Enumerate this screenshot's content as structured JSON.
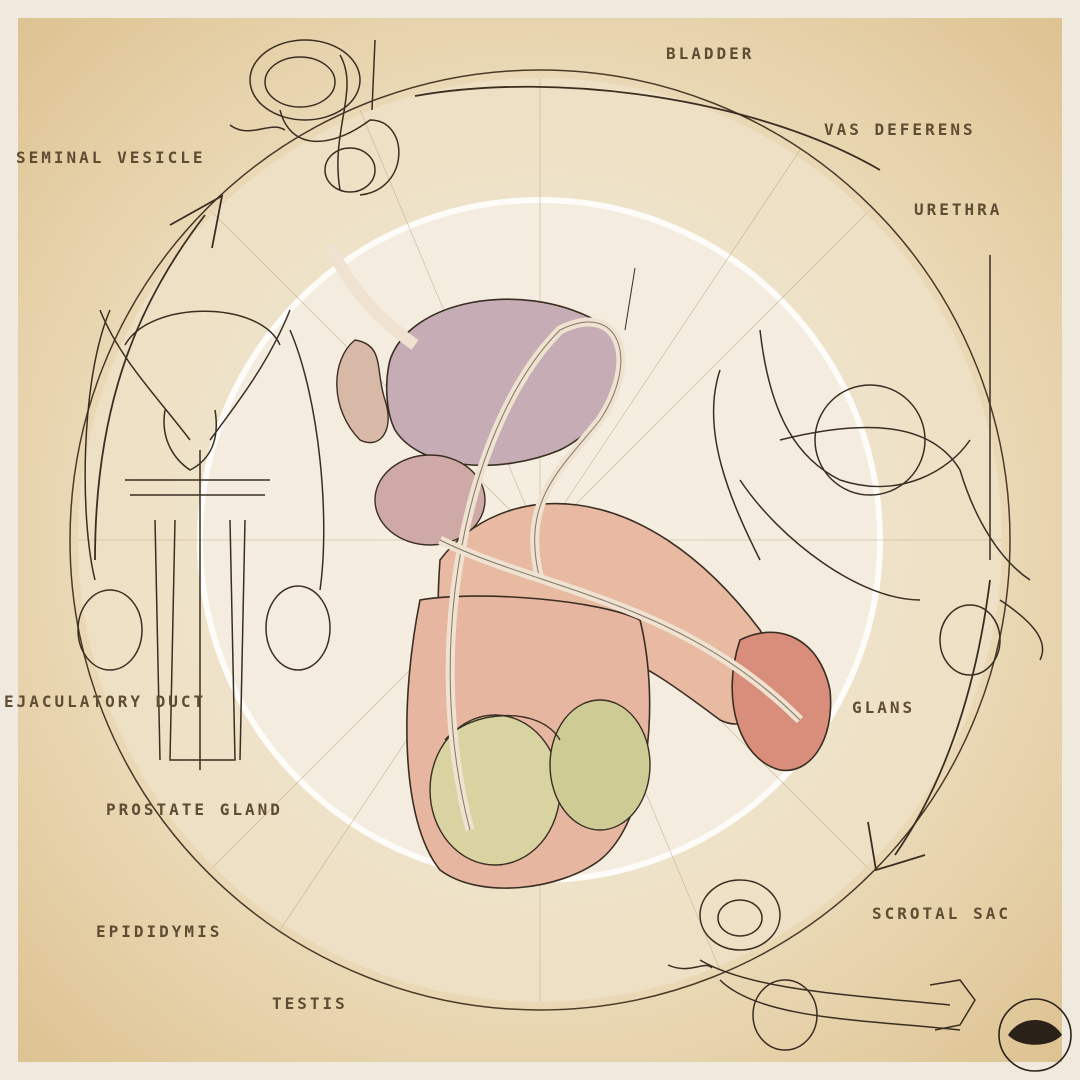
{
  "labels": {
    "bladder": "BLADDER",
    "seminal_vesicle": "SEMINAL VESICLE",
    "vas_deferens": "VAS DEFERENS",
    "urethra": "URETHRA",
    "ejaculatory_duct": "EJACULATORY DUCT",
    "glans": "GLANS",
    "prostate_gland": "PROSTATE GLAND",
    "epididymis": "EPIDIDYMIS",
    "scrotal_sac": "SCROTAL SAC",
    "testis": "TESTIS"
  },
  "colors": {
    "paper": "#efe9de",
    "background_ochre": "#e2cc9f",
    "ring_light": "#f4ecdc",
    "ink": "#3a2e22",
    "label_text": "#5e4c33",
    "bladder": "#c4a9b0",
    "penis_skin": "#e8baa2",
    "glans": "#d98e7c",
    "testis": "#d8d3a0",
    "duct": "#efe2d0"
  },
  "icons": [
    "clockwise-arrow-icon",
    "eye-emblem-icon"
  ]
}
